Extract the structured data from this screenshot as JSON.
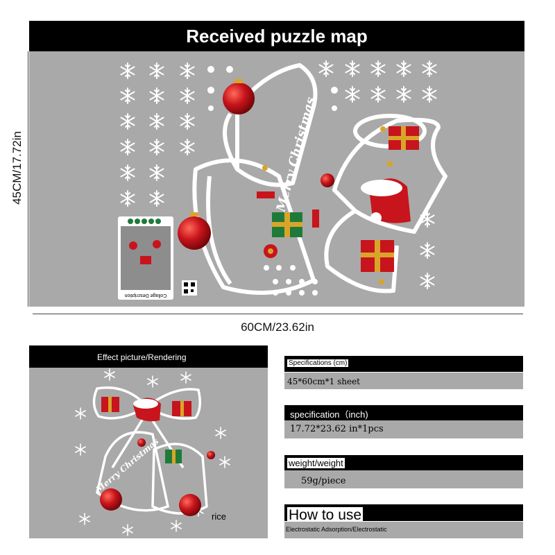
{
  "top": {
    "title": "Received puzzle map",
    "height_label": "45CM/17.72in",
    "width_label": "60CM/23.62in",
    "bell_text": "Merry Christmas",
    "collage_label": "Collage Description"
  },
  "effect": {
    "title": "Effect picture/Rendering",
    "bell_text": "Merry Christmas",
    "rice_label": "rice"
  },
  "specs": [
    {
      "head": "Specifications (cm)",
      "value": "45*60cm*1 sheet"
    },
    {
      "head": "specification（inch)",
      "value": "17.72*23.62 in*1pcs"
    },
    {
      "head": "weight/weight",
      "value": "59g/piece"
    },
    {
      "head": "How to use",
      "value": "Electrostatic Adsorption/Electrostatic"
    }
  ],
  "colors": {
    "panel": "#a9a9a9",
    "bar": "#000000",
    "ornament_red": "#c8141c",
    "gold": "#d8a52a",
    "green": "#1f7a3a"
  }
}
